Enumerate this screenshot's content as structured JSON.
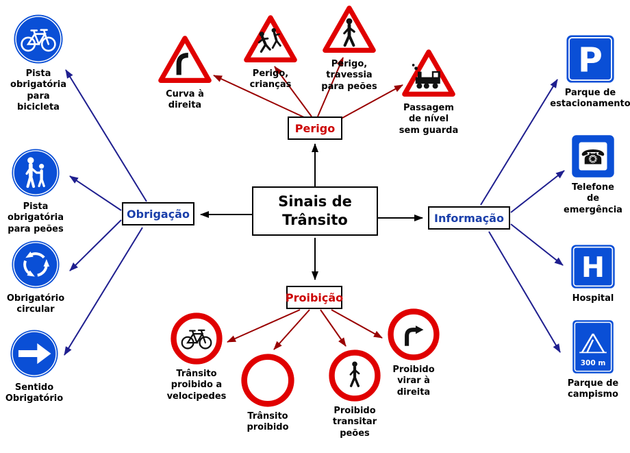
{
  "center": {
    "line1": "Sinais de",
    "line2": "Trânsito"
  },
  "branches": {
    "perigo": {
      "label": "Perigo"
    },
    "obrigacao": {
      "label": "Obrigação"
    },
    "informacao": {
      "label": "Informação"
    },
    "proibicao": {
      "label": "Proibição"
    }
  },
  "signs": {
    "perigo": [
      {
        "name": "curva-a-direita",
        "label": "Curva à\ndireita"
      },
      {
        "name": "perigo-criancas",
        "label": "Perigo,\ncrianças"
      },
      {
        "name": "perigo-travessia-peoes",
        "label": "Perigo,\ntravessia\npara peões"
      },
      {
        "name": "passagem-de-nivel",
        "label": "Passagem\nde nível\nsem guarda"
      }
    ],
    "obrigacao": [
      {
        "name": "pista-obrigatoria-bicicleta",
        "label": "Pista\nobrigatória\npara\nbicicleta"
      },
      {
        "name": "pista-obrigatoria-peoes",
        "label": "Pista\nobrigatória\npara peões"
      },
      {
        "name": "obrigatorio-circular",
        "label": "Obrigatório\ncircular"
      },
      {
        "name": "sentido-obrigatorio",
        "label": "Sentido\nObrigatório"
      }
    ],
    "informacao": [
      {
        "name": "parque-de-estacionamento",
        "label": "Parque de\nestacionamento",
        "symbol": "P"
      },
      {
        "name": "telefone-de-emergencia",
        "label": "Telefone\nde\nemergência",
        "symbol": "☎"
      },
      {
        "name": "hospital",
        "label": "Hospital",
        "symbol": "H"
      },
      {
        "name": "parque-de-campismo",
        "label": "Parque de\ncampismo",
        "distance": "300 m"
      }
    ],
    "proibicao": [
      {
        "name": "transito-proibido-velocipedes",
        "label": "Trânsito\nproibido a\nvelocipedes"
      },
      {
        "name": "transito-proibido",
        "label": "Trânsito\nproibido"
      },
      {
        "name": "proibido-transitar-peoes",
        "label": "Proibido\ntransitar\npeões"
      },
      {
        "name": "proibido-virar-direita",
        "label": "Proibido\nvirar à\ndireita"
      }
    ]
  },
  "colors": {
    "sign-blue": "#0a4fd6",
    "sign-red": "#e00000",
    "arrow-red": "#990000",
    "arrow-blue": "#1f1f8f",
    "branch-red": "#cc0000",
    "branch-blue": "#1a3faa"
  }
}
